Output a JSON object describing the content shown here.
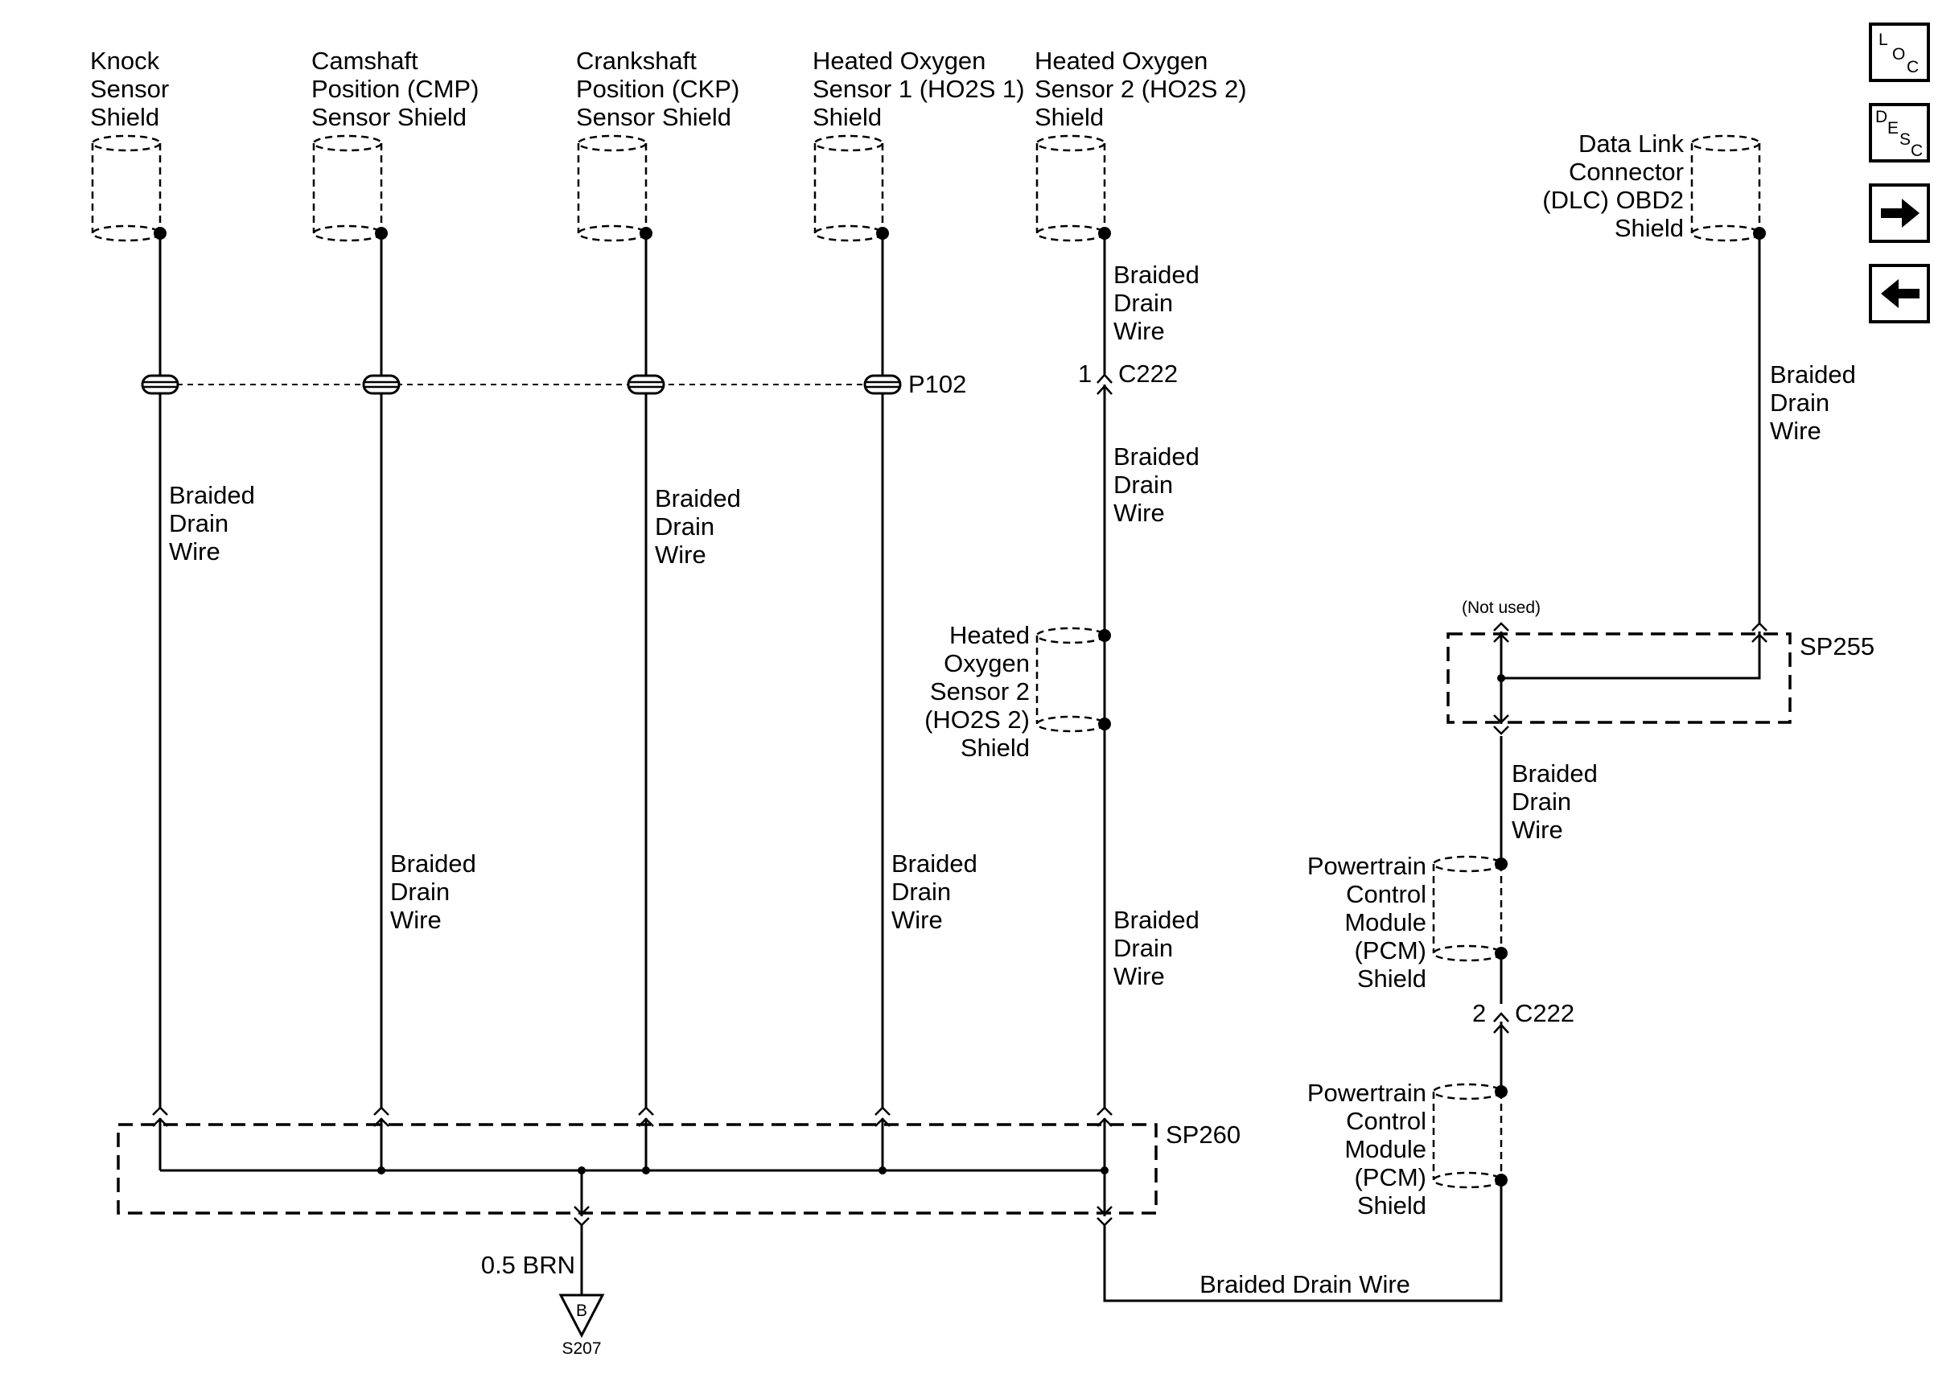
{
  "shield_labels": {
    "knock": [
      "Knock",
      "Sensor",
      "Shield"
    ],
    "cmp": [
      "Camshaft",
      "Position (CMP)",
      "Sensor Shield"
    ],
    "ckp": [
      "Crankshaft",
      "Position (CKP)",
      "Sensor Shield"
    ],
    "ho2s1": [
      "Heated Oxygen",
      "Sensor 1 (HO2S 1)",
      "Shield"
    ],
    "ho2s2_top": [
      "Heated Oxygen",
      "Sensor 2 (HO2S 2)",
      "Shield"
    ],
    "ho2s2_mid": [
      "Heated",
      "Oxygen",
      "Sensor 2",
      "(HO2S 2)",
      "Shield"
    ],
    "dlc": [
      "Data Link",
      "Connector",
      "(DLC) OBD2",
      "Shield"
    ],
    "pcm_upper": [
      "Powertrain",
      "Control",
      "Module",
      "(PCM)",
      "Shield"
    ],
    "pcm_lower": [
      "Powertrain",
      "Control",
      "Module",
      "(PCM)",
      "Shield"
    ]
  },
  "wire_label": [
    "Braided",
    "Drain",
    "Wire"
  ],
  "wire_label_inline": "Braided Drain Wire",
  "connectors": {
    "p102": "P102",
    "c222": "C222",
    "c222_pin_upper": "1",
    "c222_pin_lower": "2"
  },
  "splices": {
    "sp260": "SP260",
    "sp255": "SP255",
    "sp255_note": "(Not used)"
  },
  "ground": {
    "wire": "0.5 BRN",
    "letter": "B",
    "id": "S207"
  },
  "nav_buttons": {
    "loc": [
      "L",
      "O",
      "C"
    ],
    "desc": [
      "D",
      "E",
      "S",
      "C"
    ],
    "forward_icon": "arrow-right-icon",
    "back_icon": "arrow-left-icon"
  }
}
